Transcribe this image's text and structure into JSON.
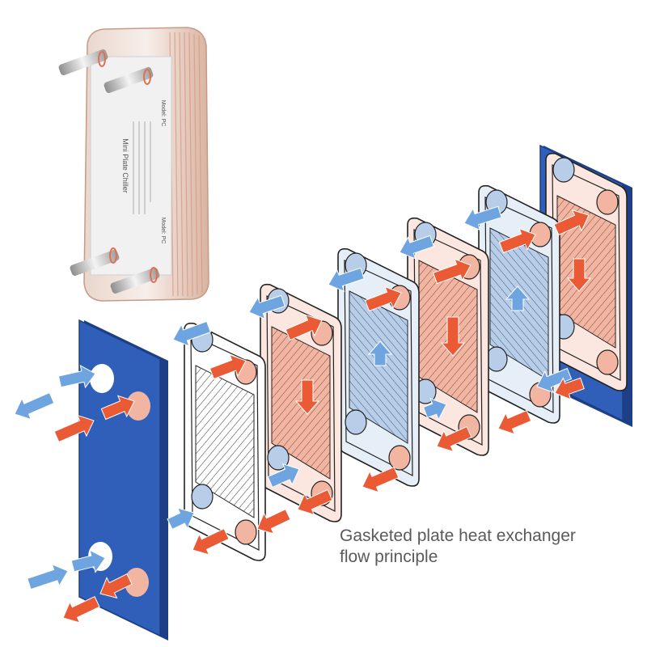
{
  "caption": {
    "line1": "Gasketed plate heat exchanger",
    "line2": "flow principle"
  },
  "product_label": {
    "brand": "Mini Plate Chiller",
    "model_top": "Model: PC",
    "model_bottom": "Model: PC"
  },
  "plates": [
    {
      "fill": "none"
    },
    {
      "fill": "hot"
    },
    {
      "fill": "cold"
    },
    {
      "fill": "hot"
    },
    {
      "fill": "cold"
    },
    {
      "fill": "hot"
    }
  ],
  "colors": {
    "frame_blue": "#2f5fb8",
    "frame_blue_dark": "#1e3f86",
    "hot_fill": "#f2b5a2",
    "hot_arrow": "#ea5a35",
    "cold_fill": "#b7cde8",
    "cold_arrow": "#6ea4e0",
    "plate_outline": "#222222",
    "caption_text": "#5a5a5a"
  },
  "icons": {
    "hot_flow": "red-arrow",
    "cold_flow": "blue-arrow"
  }
}
